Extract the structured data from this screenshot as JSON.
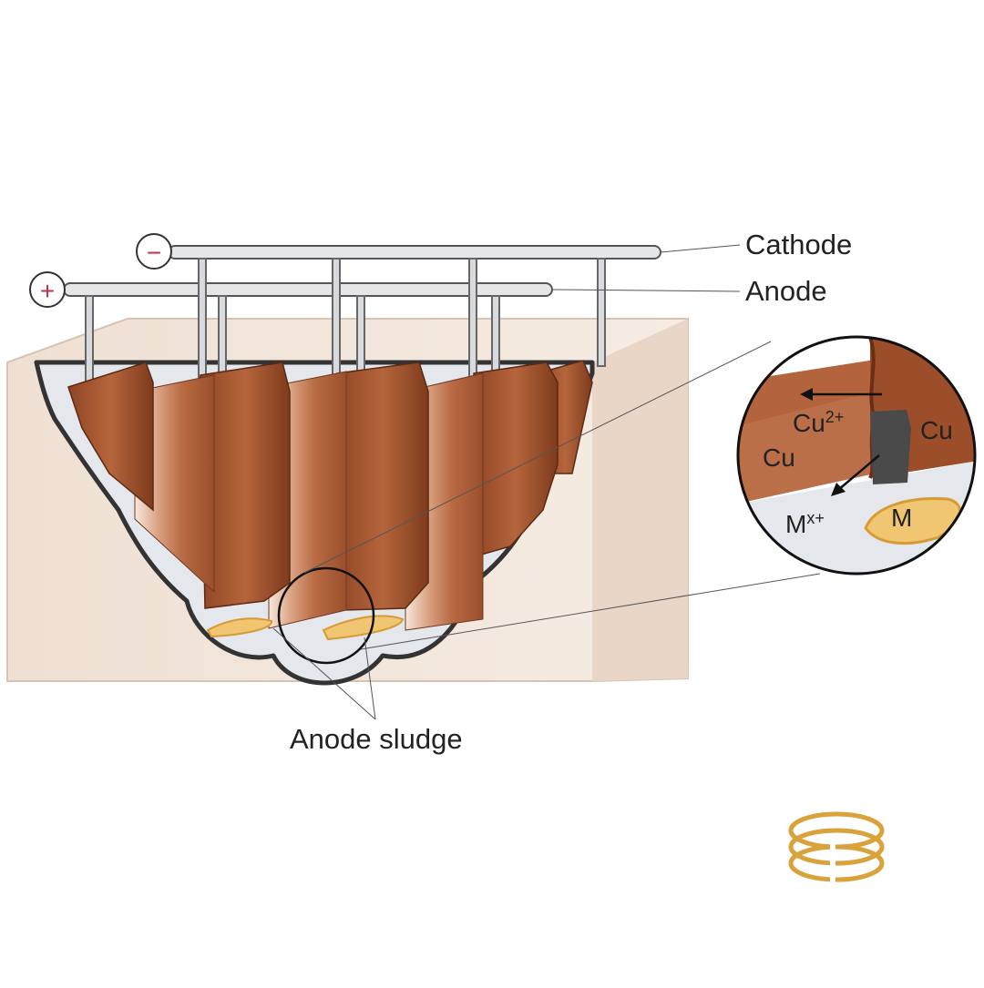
{
  "diagram": {
    "labels": {
      "cathode": "Cathode",
      "anode": "Anode",
      "anode_sludge": "Anode sludge"
    },
    "terminals": {
      "negative": "−",
      "positive": "+"
    },
    "inset": {
      "cu_left": "Cu",
      "cu_ion": "Cu",
      "cu_ion_charge": "2+",
      "cu_right": "Cu",
      "metal_ion": "M",
      "metal_ion_charge": "x+",
      "metal": "M"
    },
    "colors": {
      "copper": "#a0522d",
      "copper_dark": "#7a3a1c",
      "copper_light": "#e2b49a",
      "tank": "#efe2d6",
      "solution": "#e6e9ee",
      "sludge": "#e7b04a",
      "impurity": "#4a4a4a",
      "logo": "#d9a23a"
    },
    "logo_icon": "ring-coil-icon"
  }
}
